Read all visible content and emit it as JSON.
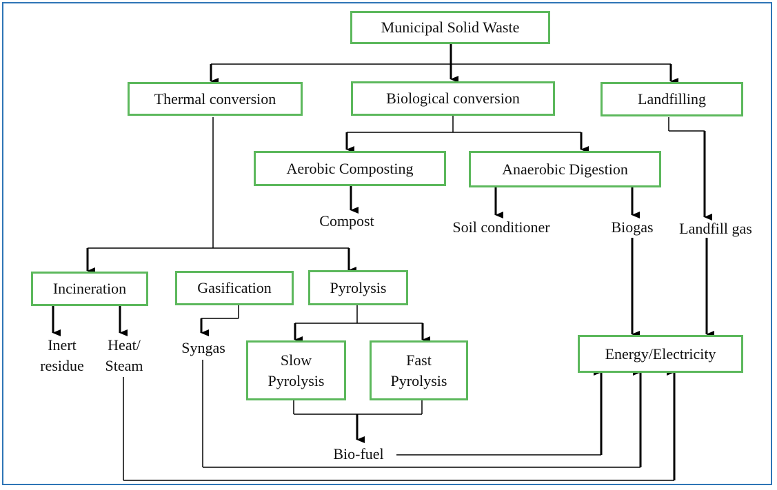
{
  "nodes": {
    "msw": "Municipal Solid Waste",
    "thermal": "Thermal conversion",
    "biological": "Biological conversion",
    "landfilling": "Landfilling",
    "aerobic": "Aerobic Composting",
    "anaerobic": "Anaerobic Digestion",
    "incineration": "Incineration",
    "gasification": "Gasification",
    "pyrolysis": "Pyrolysis",
    "slow_pyrolysis": "Slow\nPyrolysis",
    "fast_pyrolysis": "Fast\nPyrolysis",
    "energy": "Energy/Electricity"
  },
  "outputs": {
    "compost": "Compost",
    "soil_conditioner": "Soil conditioner",
    "biogas": "Biogas",
    "landfill_gas": "Landfill gas",
    "inert_residue": "Inert\nresidue",
    "heat_steam": "Heat/\nSteam",
    "syngas": "Syngas",
    "bio_fuel": "Bio-fuel"
  },
  "colors": {
    "box_border": "#5cb85c",
    "frame_border": "#2e75b6",
    "line": "#000000"
  }
}
